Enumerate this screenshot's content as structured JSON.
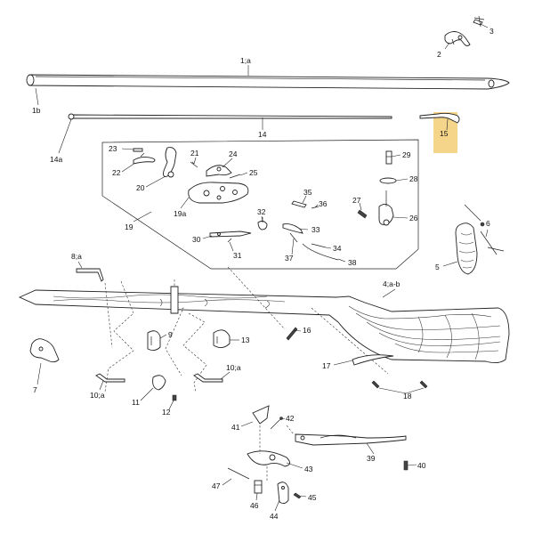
{
  "labels": {
    "l1a": "1;a",
    "l1b": "1b",
    "l2": "2",
    "l3": "3",
    "l4ab": "4;a-b",
    "l5": "5",
    "l6": "6",
    "l7": "7",
    "l8a": "8;a",
    "l9": "9",
    "l10a_left": "10;a",
    "l10a_right": "10;a",
    "l11": "11",
    "l12": "12",
    "l13": "13",
    "l14": "14",
    "l14a": "14a",
    "l15": "15",
    "l16": "16",
    "l17": "17",
    "l18": "18",
    "l19": "19",
    "l19a": "19a",
    "l20": "20",
    "l21": "21",
    "l22": "22",
    "l23": "23",
    "l24": "24",
    "l25": "25",
    "l26": "26",
    "l27": "27",
    "l28": "28",
    "l29": "29",
    "l30": "30",
    "l31": "31",
    "l32": "32",
    "l33": "33",
    "l34": "34",
    "l35": "35",
    "l36": "36",
    "l37": "37",
    "l38": "38",
    "l39": "39",
    "l40": "40",
    "l41": "41",
    "l42": "42",
    "l43": "43",
    "l44": "44",
    "l45": "45",
    "l46": "46",
    "l47": "47"
  },
  "highlight": {
    "target": "15",
    "color": "#f5d58a"
  }
}
